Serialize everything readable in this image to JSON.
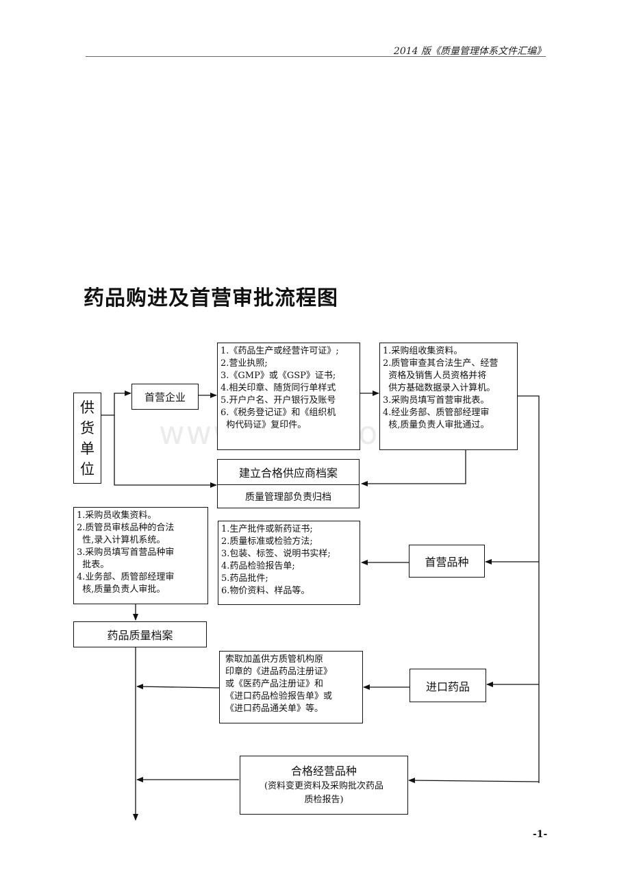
{
  "header": {
    "text": "2014 版《质量管理体系文件汇编》"
  },
  "title": "药品购进及首营审批流程图",
  "watermark": "www.zixin.com.cn",
  "page_number": "-1-",
  "nodes": {
    "supplier": {
      "chars": [
        "供",
        "货",
        "单",
        "位"
      ]
    },
    "first_enterprise": {
      "label": "首营企业"
    },
    "enterprise_docs": {
      "lines": [
        "1.《药品生产或经营许可证》;",
        "2.营业执照;",
        "3.《GMP》或《GSP》证书;",
        "4.相关印章、随货同行单样式",
        "5.开户户名、开户银行及账号",
        "6.《税务登记证》和《组织机",
        "  构代码证》复印件。"
      ]
    },
    "enterprise_review": {
      "lines": [
        "1.采购组收集资料。",
        "2.质管审查其合法生产、经营",
        "  资格及销售人员资格并将",
        "  供方基础数据录入计算机。",
        "3.采购员填写首营审批表。",
        "4.经业务部、质管部经理审",
        "  核,质量负责人审批通过。"
      ]
    },
    "supplier_archive": {
      "label": "建立合格供应商档案",
      "sub": "质量管理部负责归档"
    },
    "product_review": {
      "lines": [
        "1.采购员收集资料。",
        "2.质管员审核品种的合法",
        "  性,录入计算机系统。",
        "3.采购员填写首营品种审",
        "  批表。",
        "4.业务部、质管部经理审",
        "  核,质量负责人审批。"
      ]
    },
    "product_docs": {
      "lines": [
        "1.生产批件或新药证书;",
        "2.质量标准或检验方法;",
        "3.包装、标签、说明书实样;",
        "4.药品检验报告单;",
        "5.药品批件;",
        "6.物价资料、样品等。"
      ]
    },
    "first_product": {
      "label": "首营品种"
    },
    "quality_archive": {
      "label": "药品质量档案"
    },
    "import_docs": {
      "lines": [
        "索取加盖供方质管机构原",
        "印章的《进品药品注册证》",
        "或《医药产品注册证》和",
        "《进口药品检验报告单》或",
        "《进口药品通关单》等。"
      ]
    },
    "imported": {
      "label": "进口药品"
    },
    "qualified": {
      "label": "合格经营品种",
      "sub1": "(资料变更资料及采购批次药品",
      "sub2": "质检报告)"
    }
  }
}
